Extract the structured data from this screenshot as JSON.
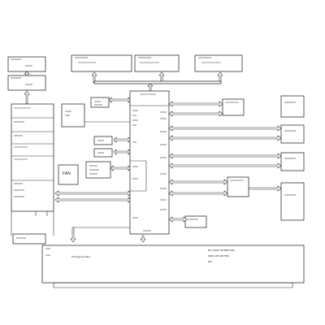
{
  "board": {
    "title_line1": "RH TAHITI GDDR5 3GB",
    "title_line2": "5966/2 mDP mDP HDMI",
    "title_line3": "DVI"
  },
  "bus": {
    "label": "PCI-Express Bus"
  },
  "blocks": {
    "fan": "FAN"
  },
  "colors": {
    "line": "#333333",
    "background": "#ffffff"
  }
}
